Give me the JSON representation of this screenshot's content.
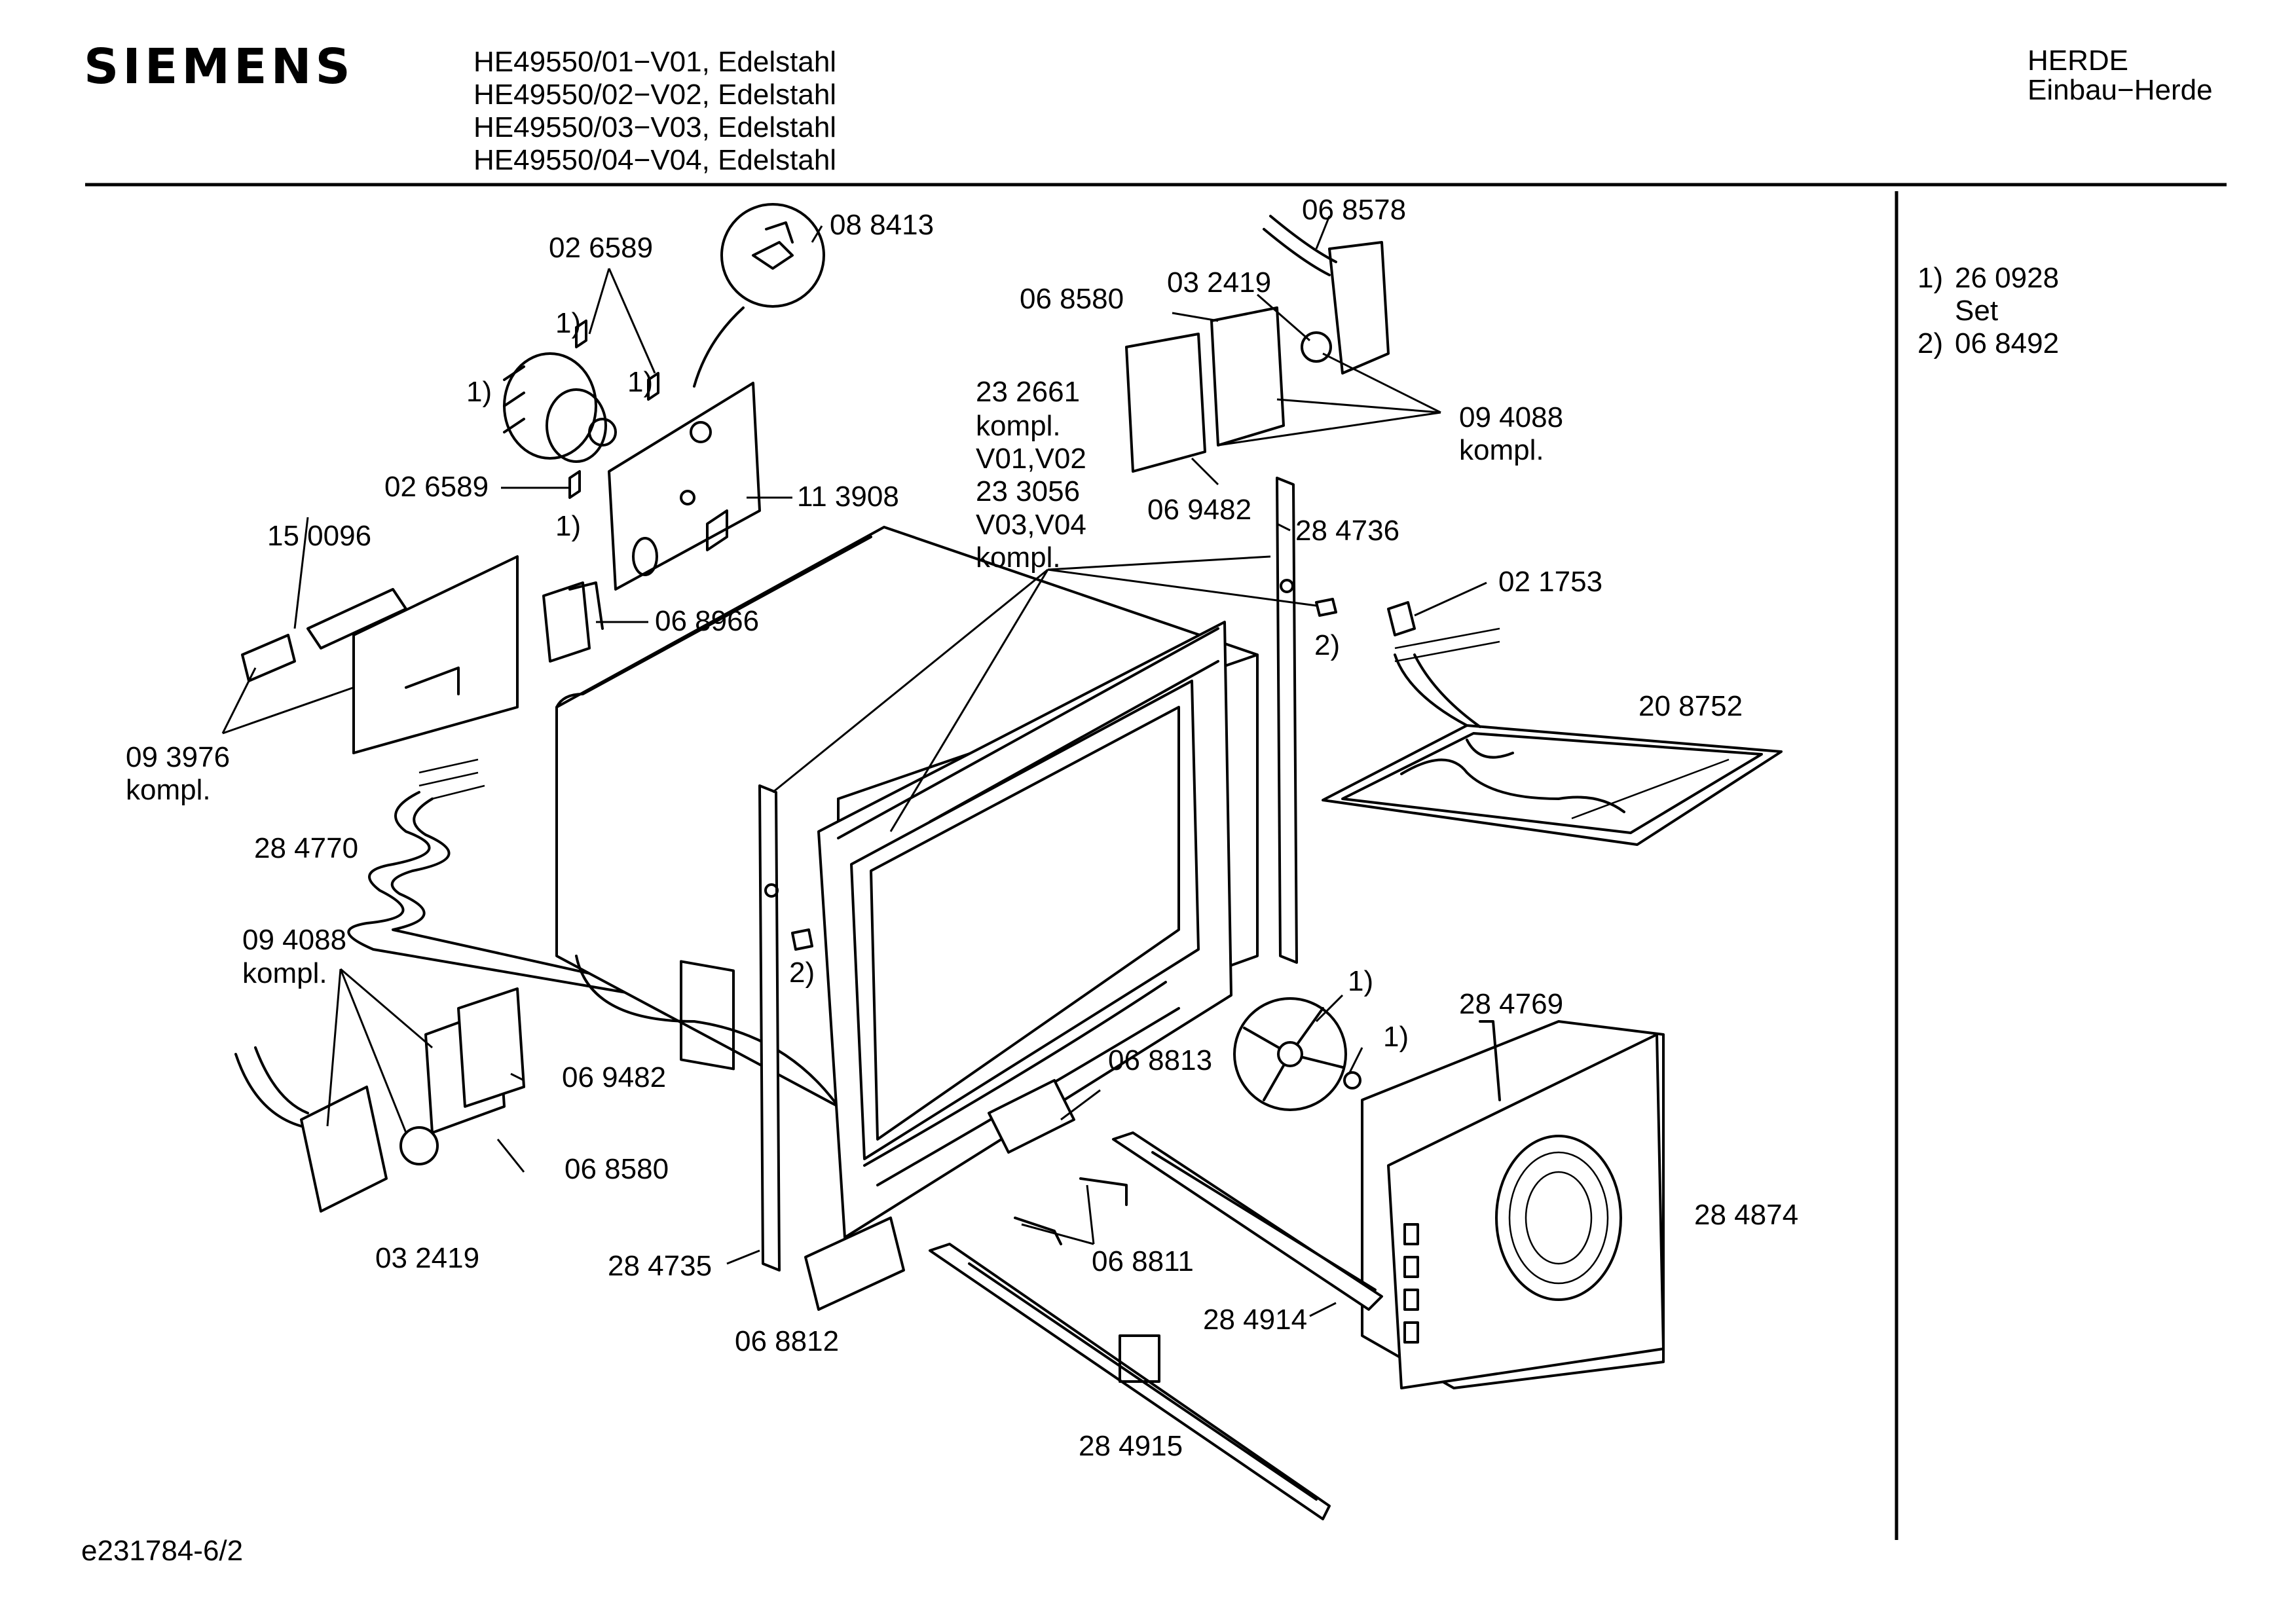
{
  "header": {
    "brand": "SIEMENS",
    "models": [
      "HE49550/01−V01, Edelstahl",
      "HE49550/02−V02, Edelstahl",
      "HE49550/03−V03, Edelstahl",
      "HE49550/04−V04, Edelstahl"
    ],
    "category": "HERDE",
    "subcategory": "Einbau−Herde"
  },
  "footnotes": {
    "note1_marker": "1)",
    "note1_part": "26 0928",
    "note1_desc": "Set",
    "note2_marker": "2)",
    "note2_part": "06 8492"
  },
  "footer": {
    "drawing_id": "e231784-6/2"
  },
  "callouts": [
    "02 6589",
    "08 8413",
    "1)",
    "1)",
    "1)",
    "1)",
    "02 6589",
    "11 3908",
    "15 0096",
    "06 8966",
    "09 3976",
    "kompl.",
    "06 8578",
    "03 2419",
    "06 8580",
    "09 4088",
    "kompl.",
    "23 2661",
    "kompl.",
    "V01,V02",
    "23 3056",
    "V03,V04",
    "kompl.",
    "06 9482",
    "28 4736",
    "02 1753",
    "2)",
    "20 8752",
    "28 4770",
    "2)",
    "09 4088",
    "kompl.",
    "06 9482",
    "06 8580",
    "03 2419",
    "28 4735",
    "06 8812",
    "06 8813",
    "06 8811",
    "28 4914",
    "28 4915",
    "1)",
    "1)",
    "28 4769",
    "28 4874"
  ]
}
